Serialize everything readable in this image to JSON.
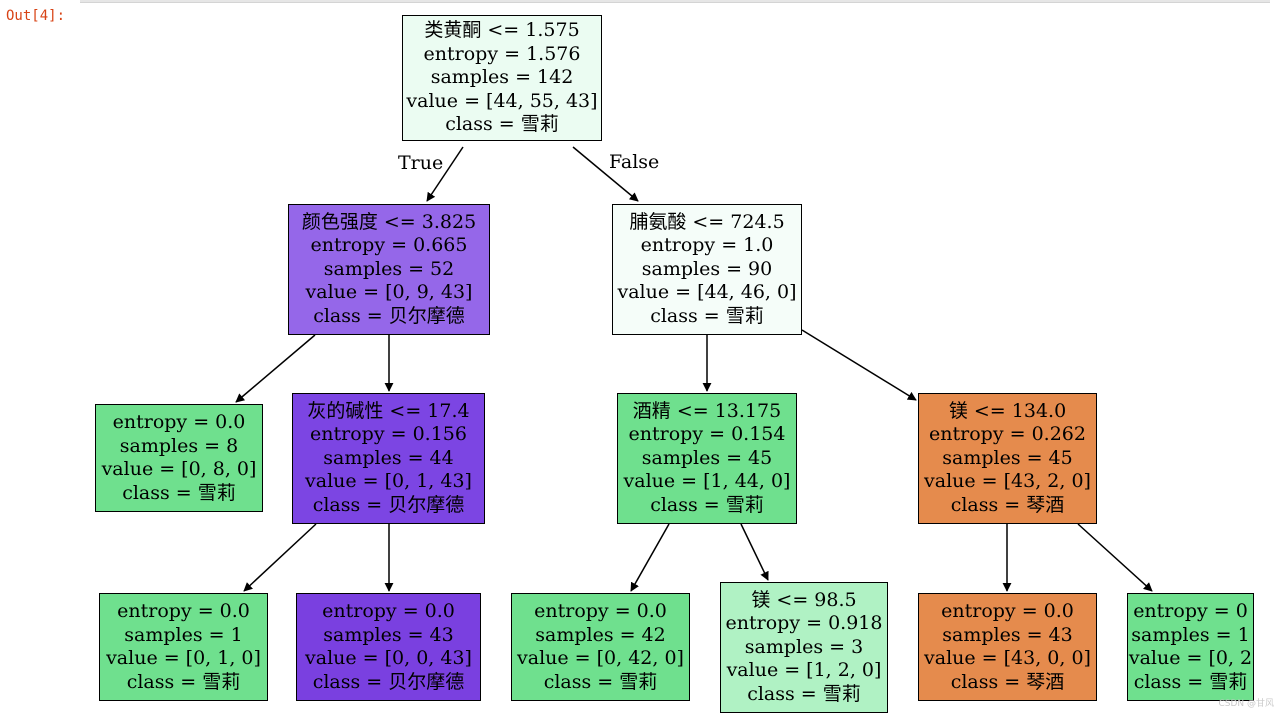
{
  "cell": {
    "out_prompt": "Out[4]:"
  },
  "edge_labels": {
    "true_label": "True",
    "false_label": "False"
  },
  "nodes": [
    {
      "id": "root",
      "color": "#ebfcf2",
      "lines": [
        "类黄酮 <= 1.575",
        "entropy = 1.576",
        "samples = 142",
        "value = [44, 55, 43]",
        "class = 雪莉"
      ]
    },
    {
      "id": "n1",
      "color": "#9567e9",
      "lines": [
        "颜色强度 <= 3.825",
        "entropy = 0.665",
        "samples = 52",
        "value = [0, 9, 43]",
        "class = 贝尔摩德"
      ]
    },
    {
      "id": "n2",
      "color": "#f5fdf9",
      "lines": [
        "脯氨酸 <= 724.5",
        "entropy = 1.0",
        "samples = 90",
        "value = [44, 46, 0]",
        "class = 雪莉"
      ]
    },
    {
      "id": "n3",
      "color": "#6fe08e",
      "lines": [
        "entropy = 0.0",
        "samples = 8",
        "value = [0, 8, 0]",
        "class = 雪莉"
      ]
    },
    {
      "id": "n4",
      "color": "#7c45e3",
      "lines": [
        "灰的碱性 <= 17.4",
        "entropy = 0.156",
        "samples = 44",
        "value = [0, 1, 43]",
        "class = 贝尔摩德"
      ]
    },
    {
      "id": "n5",
      "color": "#6fe08e",
      "lines": [
        "酒精 <= 13.175",
        "entropy = 0.154",
        "samples = 45",
        "value = [1, 44, 0]",
        "class = 雪莉"
      ]
    },
    {
      "id": "n6",
      "color": "#e58b4d",
      "lines": [
        "镁 <= 134.0",
        "entropy = 0.262",
        "samples = 45",
        "value = [43, 2, 0]",
        "class = 琴酒"
      ]
    },
    {
      "id": "n7",
      "color": "#6fe08e",
      "lines": [
        "entropy = 0.0",
        "samples = 1",
        "value = [0, 1, 0]",
        "class = 雪莉"
      ]
    },
    {
      "id": "n8",
      "color": "#7a40e0",
      "lines": [
        "entropy = 0.0",
        "samples = 43",
        "value = [0, 0, 43]",
        "class = 贝尔摩德"
      ]
    },
    {
      "id": "n9",
      "color": "#6fe08e",
      "lines": [
        "entropy = 0.0",
        "samples = 42",
        "value = [0, 42, 0]",
        "class = 雪莉"
      ]
    },
    {
      "id": "n10",
      "color": "#b0f2c4",
      "lines": [
        "镁 <= 98.5",
        "entropy = 0.918",
        "samples = 3",
        "value = [1, 2, 0]",
        "class = 雪莉"
      ]
    },
    {
      "id": "n11",
      "color": "#e58b4d",
      "lines": [
        "entropy = 0.0",
        "samples = 43",
        "value = [43, 0, 0]",
        "class = 琴酒"
      ]
    },
    {
      "id": "n12",
      "color": "#6fe08e",
      "lines": [
        "entropy = 0",
        "samples = 1",
        "value = [0, 2",
        "class = 雪莉"
      ]
    }
  ],
  "edges": [
    {
      "from": "root",
      "to": "n1",
      "label": "true_label"
    },
    {
      "from": "root",
      "to": "n2",
      "label": "false_label"
    },
    {
      "from": "n1",
      "to": "n3"
    },
    {
      "from": "n1",
      "to": "n4"
    },
    {
      "from": "n2",
      "to": "n5"
    },
    {
      "from": "n2",
      "to": "n6"
    },
    {
      "from": "n4",
      "to": "n7"
    },
    {
      "from": "n4",
      "to": "n8"
    },
    {
      "from": "n5",
      "to": "n9"
    },
    {
      "from": "n5",
      "to": "n10"
    },
    {
      "from": "n6",
      "to": "n11"
    },
    {
      "from": "n6",
      "to": "n12"
    }
  ]
}
